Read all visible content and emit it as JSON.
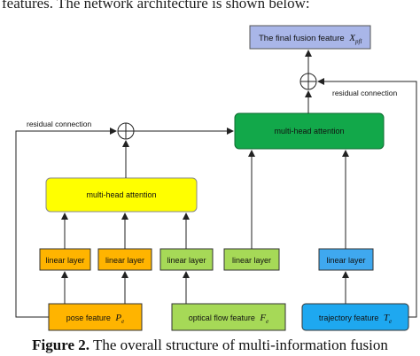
{
  "header_text": "features. The network architecture is shown below:",
  "caption": {
    "label": "Figure 2.",
    "text": "The overall structure of multi-information fusion"
  },
  "nodes": {
    "final_fusion": "The final fusion feature",
    "final_fusion_symbol": "X",
    "final_fusion_sub": "pfl",
    "mha_right": "multi-head attention",
    "mha_left": "multi-head attention",
    "linear_1": "linear layer",
    "linear_2": "linear layer",
    "linear_3": "linear layer",
    "linear_4": "linear layer",
    "linear_5": "linear layer",
    "pose": "pose feature",
    "pose_symbol": "P",
    "pose_sub": "e",
    "flow": "optical flow feature",
    "flow_symbol": "F",
    "flow_sub": "e",
    "traj": "trajectory feature",
    "traj_symbol": "T",
    "traj_sub": "e"
  },
  "labels": {
    "residual_left": "residual connection",
    "residual_right": "residual connection"
  },
  "colors": {
    "final_fusion": "#a9b6e8",
    "mha_right": "#12a84a",
    "mha_left": "#ffff00",
    "linear_orange": "#ffb400",
    "linear_green": "#a6d957",
    "linear_blue": "#3fa8ef",
    "pose": "#ffb400",
    "flow": "#a6d957",
    "traj": "#1ea8f0"
  }
}
